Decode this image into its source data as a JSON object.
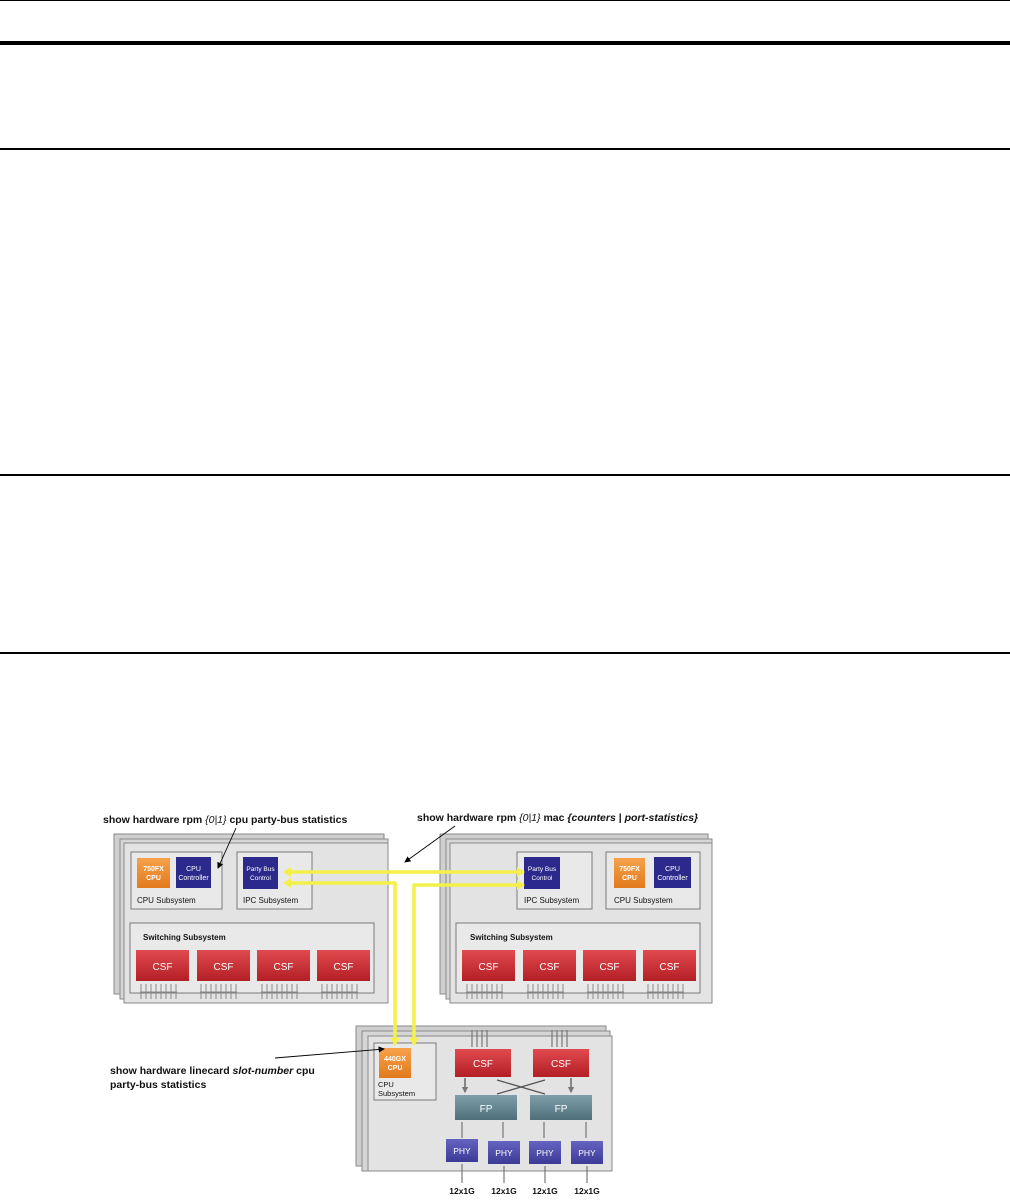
{
  "callouts": {
    "rpm_cpu": [
      "show hardware rpm ",
      "{0|1}",
      " cpu party-bus statistics"
    ],
    "rpm_mac": [
      "show hardware rpm ",
      "{0|1}",
      " mac ",
      "{counters",
      " | ",
      "port-statistics}"
    ],
    "linecard_line1": [
      "show hardware linecard ",
      "slot-number",
      " cpu"
    ],
    "linecard_line2": "party-bus statistics"
  },
  "rpm_left": {
    "cpu_chip": [
      "750FX",
      "CPU"
    ],
    "cpu_controller": [
      "CPU",
      "Controller"
    ],
    "cpu_subsystem": "CPU Subsystem",
    "party_bus": [
      "Party Bus",
      "Control"
    ],
    "ipc_subsystem": "IPC Subsystem",
    "switching_subsystem": "Switching Subsystem",
    "csf_labels": [
      "CSF",
      "CSF",
      "CSF",
      "CSF"
    ]
  },
  "rpm_right": {
    "party_bus": [
      "Party Bus",
      "Control"
    ],
    "ipc_subsystem": "IPC Subsystem",
    "cpu_chip": [
      "750FX",
      "CPU"
    ],
    "cpu_controller": [
      "CPU",
      "Controller"
    ],
    "cpu_subsystem": "CPU Subsystem",
    "switching_subsystem": "Switching Subsystem",
    "csf_labels": [
      "CSF",
      "CSF",
      "CSF",
      "CSF"
    ]
  },
  "linecard": {
    "cpu_chip": [
      "440GX",
      "CPU"
    ],
    "cpu_subsystem": [
      "CPU",
      "Subsystem"
    ],
    "csf_labels": [
      "CSF",
      "CSF"
    ],
    "fp_labels": [
      "FP",
      "FP"
    ],
    "phy_labels": [
      "PHY",
      "PHY",
      "PHY",
      "PHY"
    ],
    "port_labels": [
      "12x1G",
      "12x1G",
      "12x1G",
      "12x1G"
    ]
  },
  "colors": {
    "bus": "#f3f04a",
    "csf": "#c8262c",
    "cpu_chip": "#f08a2a",
    "controller": "#2b2a8c",
    "fp": "#5e7f8a",
    "phy": "#4a49a6"
  }
}
